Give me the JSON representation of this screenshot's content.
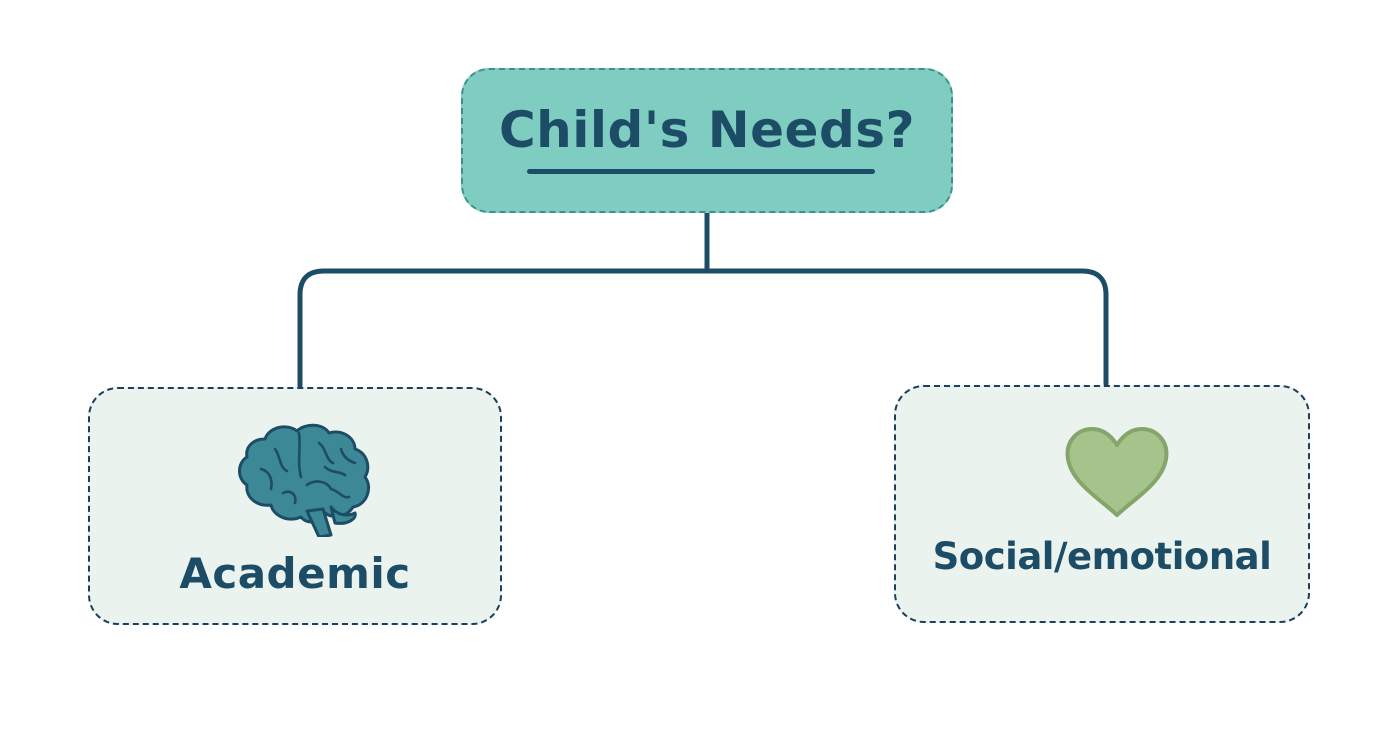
{
  "diagram": {
    "root": {
      "label": "Child's Needs?",
      "fill_color": "#7fcdc1",
      "text_color": "#1d4d66"
    },
    "children": [
      {
        "label": "Academic",
        "icon": "brain-icon",
        "icon_color": "#3c8896"
      },
      {
        "label": "Social/emotional",
        "icon": "heart-icon",
        "icon_color": "#a5c48c"
      }
    ],
    "node_fill_color": "#eaf3ee",
    "connector_color": "#1d4d66"
  }
}
